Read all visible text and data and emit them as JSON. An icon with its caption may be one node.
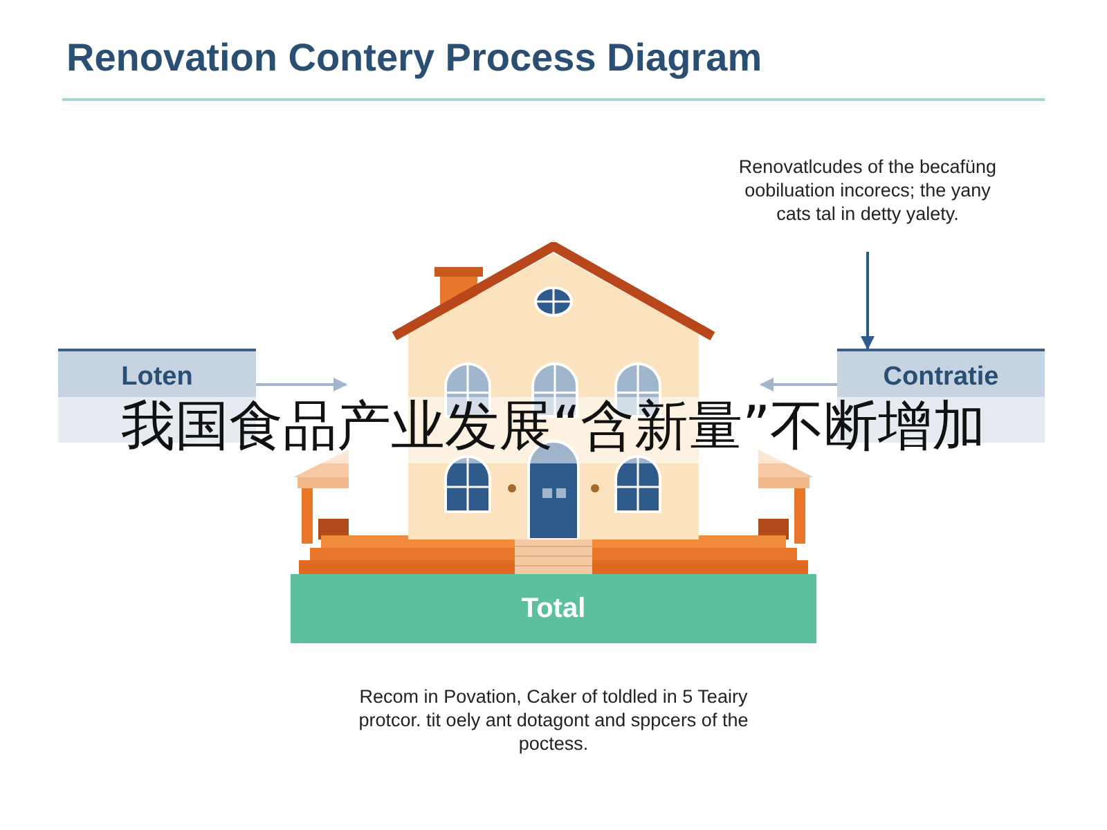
{
  "diagram": {
    "title": "Renovation Contery Process Diagram",
    "nodes": [
      {
        "text": [
          "Renovatlcudes of the becafüng oobiluation incorecs; the yany cats tal in detty yalety."
        ]
      },
      {
        "text": [
          "Loten"
        ]
      },
      {
        "text": [],
        "shape": "picture"
      },
      {
        "text": [
          "Contratie"
        ]
      },
      {
        "text": [
          "Total"
        ]
      }
    ],
    "edges": [
      {
        "from": 0,
        "to": 3,
        "arrow": "to",
        "color": "#2e5b8c"
      },
      {
        "from": 1,
        "to": 2,
        "arrow": "to"
      },
      {
        "from": 3,
        "to": 2,
        "arrow": "to"
      }
    ],
    "labels": [
      "我国食品产业发展“含新量”不断增加",
      "Recom in Povation, Caker of toldled in 5 Teairy protcor. tit oely ant dotagont and sppcers of the poctess."
    ]
  }
}
